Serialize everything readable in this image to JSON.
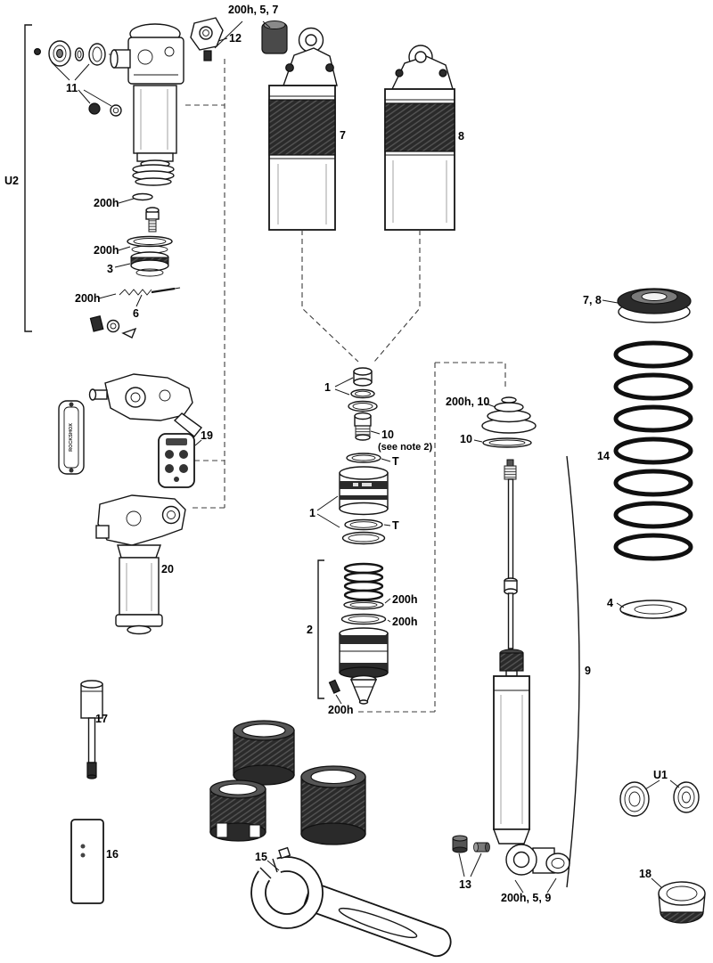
{
  "diagram": {
    "brand_band": "ROCKSHOX",
    "labels": {
      "top_callout": "200h, 5, 7",
      "p12": "12",
      "p11": "11",
      "u2": "U2",
      "h200_a": "200h",
      "h200_b": "200h",
      "p3": "3",
      "h200_c": "200h",
      "p6": "6",
      "p7": "7",
      "p8": "8",
      "p78": "7, 8",
      "p1_top": "1",
      "p10_mid": "10",
      "p10_note": "(see note 2)",
      "h200_10": "200h, 10",
      "p10_right": "10",
      "t_top": "T",
      "p1_mid": "1",
      "t_bot": "T",
      "p14": "14",
      "p2": "2",
      "h200_d": "200h",
      "h200_e": "200h",
      "p4": "4",
      "p9": "9",
      "p19": "19",
      "p20": "20",
      "p17": "17",
      "p16": "16",
      "p15": "15",
      "h200_f": "200h",
      "p13": "13",
      "h200_5_9": "200h, 5, 9",
      "u1": "U1",
      "p18": "18"
    }
  }
}
